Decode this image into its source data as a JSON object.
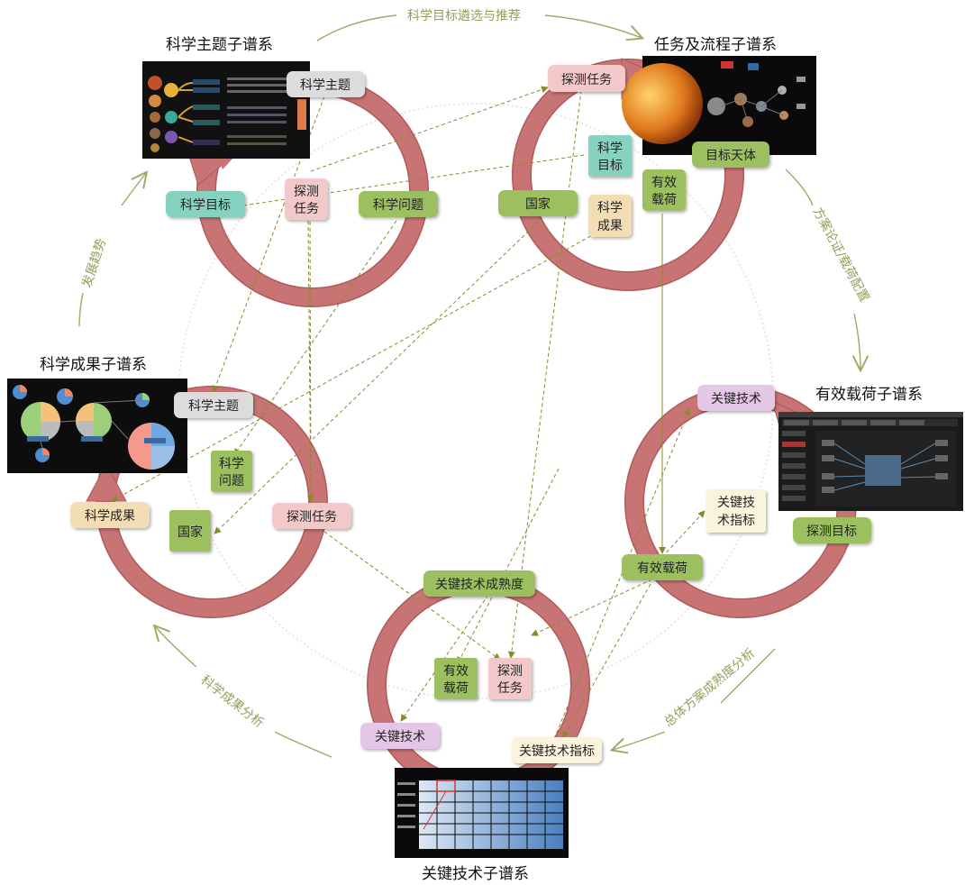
{
  "colors": {
    "ring": "#c97474",
    "ring_stroke": "#b05b5b",
    "dashed": "#8a8a2a",
    "flow": "#9aac66",
    "gray_box": "#dcdcdc",
    "pink_box": "#f2c8c8",
    "green_box": "#9cc05f",
    "teal_box": "#86d1bf",
    "tan_box": "#f3ddb5",
    "lilac_box": "#e4c6e6"
  },
  "subgraphs": {
    "science_theme": "科学主题子谱系",
    "mission": "任务及流程子谱系",
    "payload": "有效载荷子谱系",
    "key_tech": "关键技术子谱系",
    "science_results": "科学成果子谱系"
  },
  "flows": {
    "top": "科学目标遴选与推荐",
    "right": "方案论证/载荷配置",
    "bottom_right": "总体方案成熟度分析",
    "bottom_left": "科学成果分析",
    "left": "发展趋势"
  },
  "nodes": {
    "st_theme": "科学主题",
    "st_mission": [
      "探测",
      "任务"
    ],
    "st_goal": "科学目标",
    "st_problem": "科学问题",
    "ms_mission": "探测任务",
    "ms_goal": [
      "科学",
      "目标"
    ],
    "ms_country": "国家",
    "ms_payload": [
      "有效",
      "载荷"
    ],
    "ms_result": [
      "科学",
      "成果"
    ],
    "ms_body": "目标天体",
    "sr_theme": "科学主题",
    "sr_problem": [
      "科学",
      "问题"
    ],
    "sr_country": "国家",
    "sr_result": "科学成果",
    "sr_mission": "探测任务",
    "pl_keytech": "关键技术",
    "pl_index": [
      "关键技",
      "术指标"
    ],
    "pl_target": "探测目标",
    "pl_payload": "有效载荷",
    "kt_trl": "关键技术成熟度",
    "kt_payload": [
      "有效",
      "载荷"
    ],
    "kt_mission": [
      "探测",
      "任务"
    ],
    "kt_keytech": "关键技术",
    "kt_index": "关键技术指标"
  },
  "thumbnails": {
    "science_theme": "dark mind-map with planets",
    "mission": "solar system network graph",
    "payload": "dark dashboard with flow diagram",
    "key_tech": "blue heatmap table",
    "science_results": "pie-chart network"
  }
}
